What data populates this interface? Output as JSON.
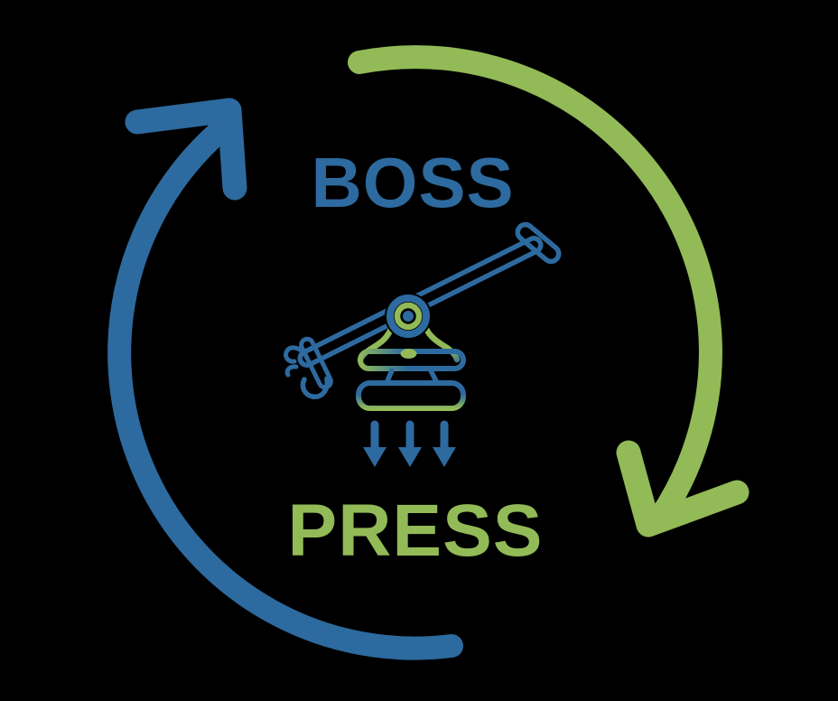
{
  "brand": {
    "name_top": "BOSS",
    "name_bottom": "PRESS"
  },
  "colors": {
    "blue": "#2d6a9f",
    "green": "#92ba57",
    "background": "#000000"
  },
  "icons": {
    "cycle_arrow_green": "circular-arrow-segment-clockwise-top-to-bottom-right",
    "cycle_arrow_blue": "circular-arrow-segment-clockwise-bottom-to-top-left",
    "press_machine": "fly-press-machine",
    "down_arrows_count": 3
  }
}
